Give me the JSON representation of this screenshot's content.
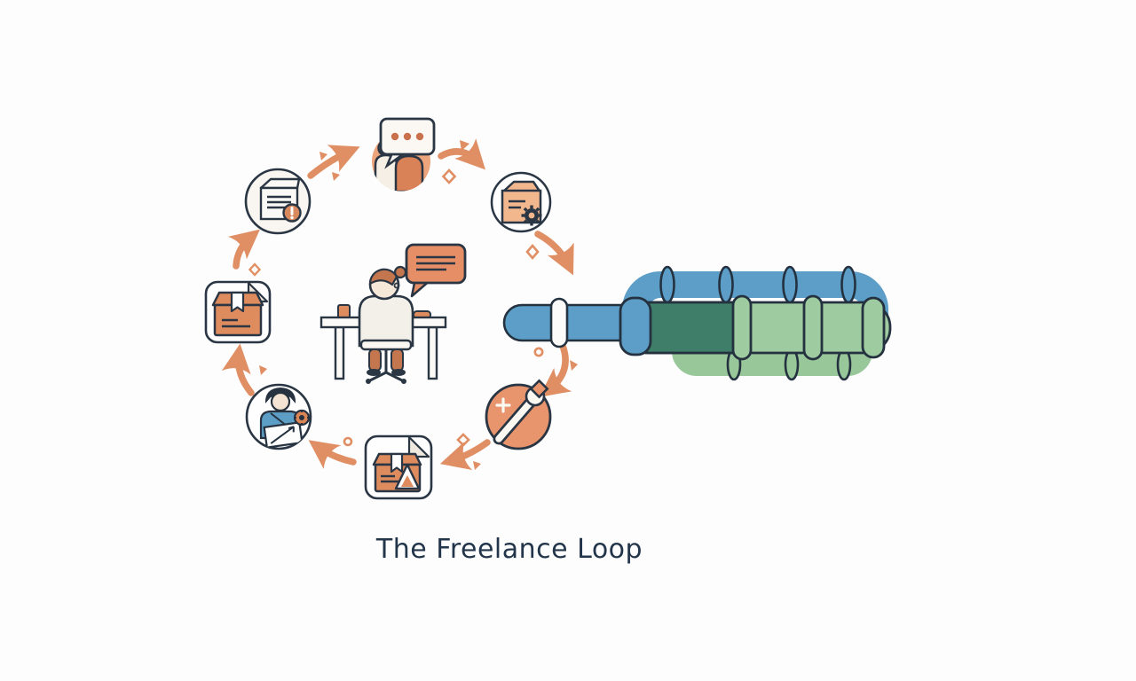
{
  "diagram": {
    "title": "The Freelance Loop",
    "type": "circular-process-loop",
    "steps": [
      {
        "icon": "clients-chat-icon"
      },
      {
        "icon": "document-gear-icon"
      },
      {
        "icon": "wrench-icon"
      },
      {
        "icon": "package-document-icon"
      },
      {
        "icon": "person-report-icon"
      },
      {
        "icon": "package-box-icon"
      },
      {
        "icon": "document-alert-icon"
      }
    ],
    "center": {
      "icon": "freelancer-at-desk-icon"
    },
    "right_graphic": {
      "icon": "interlocking-pipes-graphic"
    }
  },
  "colors": {
    "background": "#FDFDFD",
    "accent_orange": "#E08E63",
    "fill_orange": "#ECA47C",
    "deep_orange": "#D98157",
    "outline_dark": "#2A3644",
    "pipe_blue": "#5C9EC8",
    "pipe_dark_green": "#3F7E68",
    "pipe_light_green": "#9FCBA1",
    "title_color": "#22354A"
  }
}
